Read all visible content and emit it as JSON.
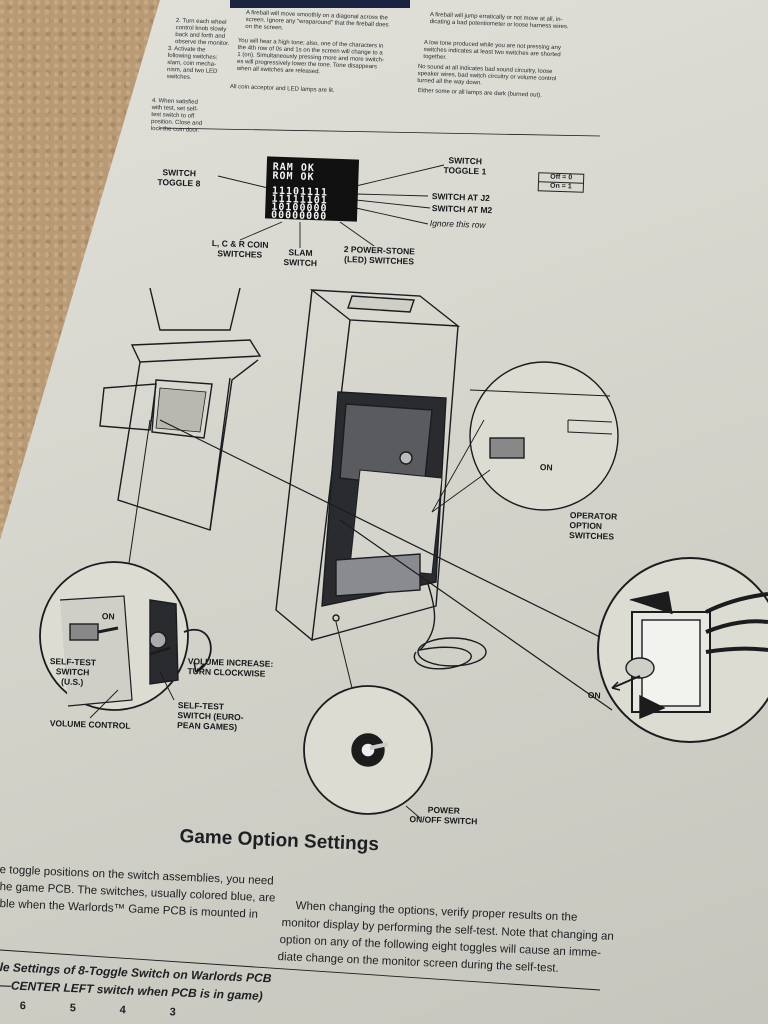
{
  "instructions": {
    "col1": [
      "2. Turn each wheel\ncontrol knob slowly\nback and forth and\nobserve the monitor.",
      "3. Activate the\nfollowing switches:\nslam, coin mecha-\nnism, and two LED\nswitches.",
      "4. When satisfied\nwith test, set self-\ntest switch to off\nposition. Close and\nlock the coin door."
    ],
    "col2": [
      "A fireball will move smoothly on a diagonal across the\nscreen. Ignore any \"wraparound\" that the fireball does\non the screen.",
      "You will hear a high tone; also, one of the characters in\nthe 4th row of 0s and 1s on the screen will change to a\n1 (on). Simultaneously pressing more and more switch-\nes will progressively lower the tone. Tone disappears\nwhen all switches are released.",
      "All coin acceptor and LED lamps are lit."
    ],
    "col3": [
      "A fireball will jump erratically or not move at all, in-\ndicating a bad potentiometer or loose harness wires.",
      "A low tone produced while you are not pressing any\nswitches indicates at least two switches are shorted\ntogether.",
      "No sound at all indicates bad sound circuitry, loose\nspeaker wires, bad switch circuitry or volume control\nturned all the way down.",
      "Either some or all lamps are dark (burned out)."
    ]
  },
  "screen": {
    "line1": "RAM  OK",
    "line2": "ROM  OK",
    "row1": "11101111",
    "row2": "11111101",
    "row3": "10100000",
    "row4": "00000000"
  },
  "labels": {
    "switch_toggle_8": "SWITCH\nTOGGLE 8",
    "switch_toggle_1": "SWITCH\nTOGGLE 1",
    "switch_at_j2": "SWITCH AT J2",
    "switch_at_m2": "SWITCH AT M2",
    "ignore_row": "Ignore this row",
    "coin_switches": "L, C & R COIN\nSWITCHES",
    "slam_switch": "SLAM\nSWITCH",
    "power_stone": "2 POWER-STONE\n(LED) SWITCHES",
    "on_small": "ON",
    "operator_switches": "OPERATOR\nOPTION\nSWITCHES",
    "on_left": "ON",
    "self_test_us": "SELF-TEST\nSWITCH\n(U.S.)",
    "volume_increase": "VOLUME INCREASE:\nTURN CLOCKWISE",
    "self_test_eu": "SELF-TEST\nSWITCH (EURO-\nPEAN GAMES)",
    "volume_control": "VOLUME CONTROL",
    "on_right": "ON",
    "power_switch": "POWER\nON/OFF SWITCH"
  },
  "legend": {
    "off": "Off = 0",
    "on": "On = 1"
  },
  "section_title": "Game Option Settings",
  "body_left": [
    "e toggle positions on the switch assemblies, you need",
    "he game PCB. The switches, usually colored blue, are",
    "ble when the Warlords™ Game PCB is mounted in"
  ],
  "body_right": [
    "When changing the options, verify proper results on the",
    "monitor display by performing the self-test. Note that changing an",
    "option on any of the following eight toggles will cause an imme-",
    "diate change on the monitor screen during the self-test."
  ],
  "table_title": [
    "le Settings of 8-Toggle Switch on Warlords PCB",
    "—CENTER LEFT switch when PCB is in game)"
  ],
  "toggle_numbers": [
    "6",
    "5",
    "4",
    "3"
  ],
  "colors": {
    "paper": "#dcdcd3",
    "ink": "#1d1f22",
    "cork": "#b89a76"
  }
}
